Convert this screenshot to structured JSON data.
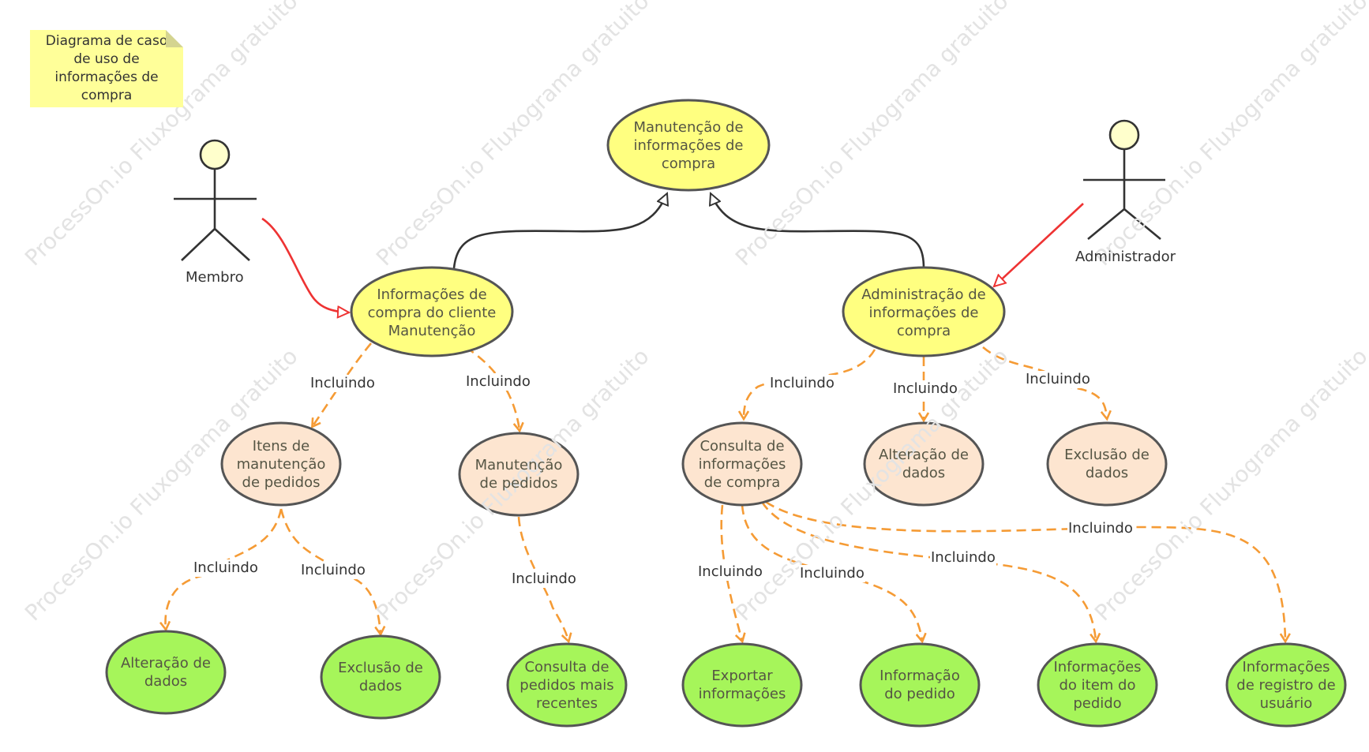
{
  "watermark": "ProcessOn.io Fluxograma gratuito",
  "note": {
    "text": "Diagrama de caso de uso de informações de compra"
  },
  "actors": {
    "member": "Membro",
    "admin": "Administrador"
  },
  "nodes": {
    "root": "Manutenção de informações de compra",
    "client": "Informações de compra do cliente Manutenção",
    "adminUse": "Administração de informações de compra",
    "itemsMaint": "Itens de manutenção de pedidos",
    "orderMaint": "Manutenção de pedidos",
    "consulta": "Consulta de informações de compra",
    "alteracaoAdm": "Alteração de dados",
    "exclusaoAdm": "Exclusão de dados",
    "alteracaoItens": "Alteração de dados",
    "exclusaoItens": "Exclusão de dados",
    "pedidosRecentes": "Consulta de pedidos mais recentes",
    "exportar": "Exportar informações",
    "infoPedido": "Informação do pedido",
    "infoItem": "Informações do item do pedido",
    "infoUsuario": "Informações de registro de usuário"
  },
  "edge_label": "Incluindo",
  "colors": {
    "root_fill": "#ffff80",
    "mid_fill": "#fde5d0",
    "leaf_fill": "#a6f55a",
    "include_edge": "#f59b35",
    "actor_edge": "#ee3333",
    "stroke": "#555555",
    "note": "#ffff99"
  }
}
